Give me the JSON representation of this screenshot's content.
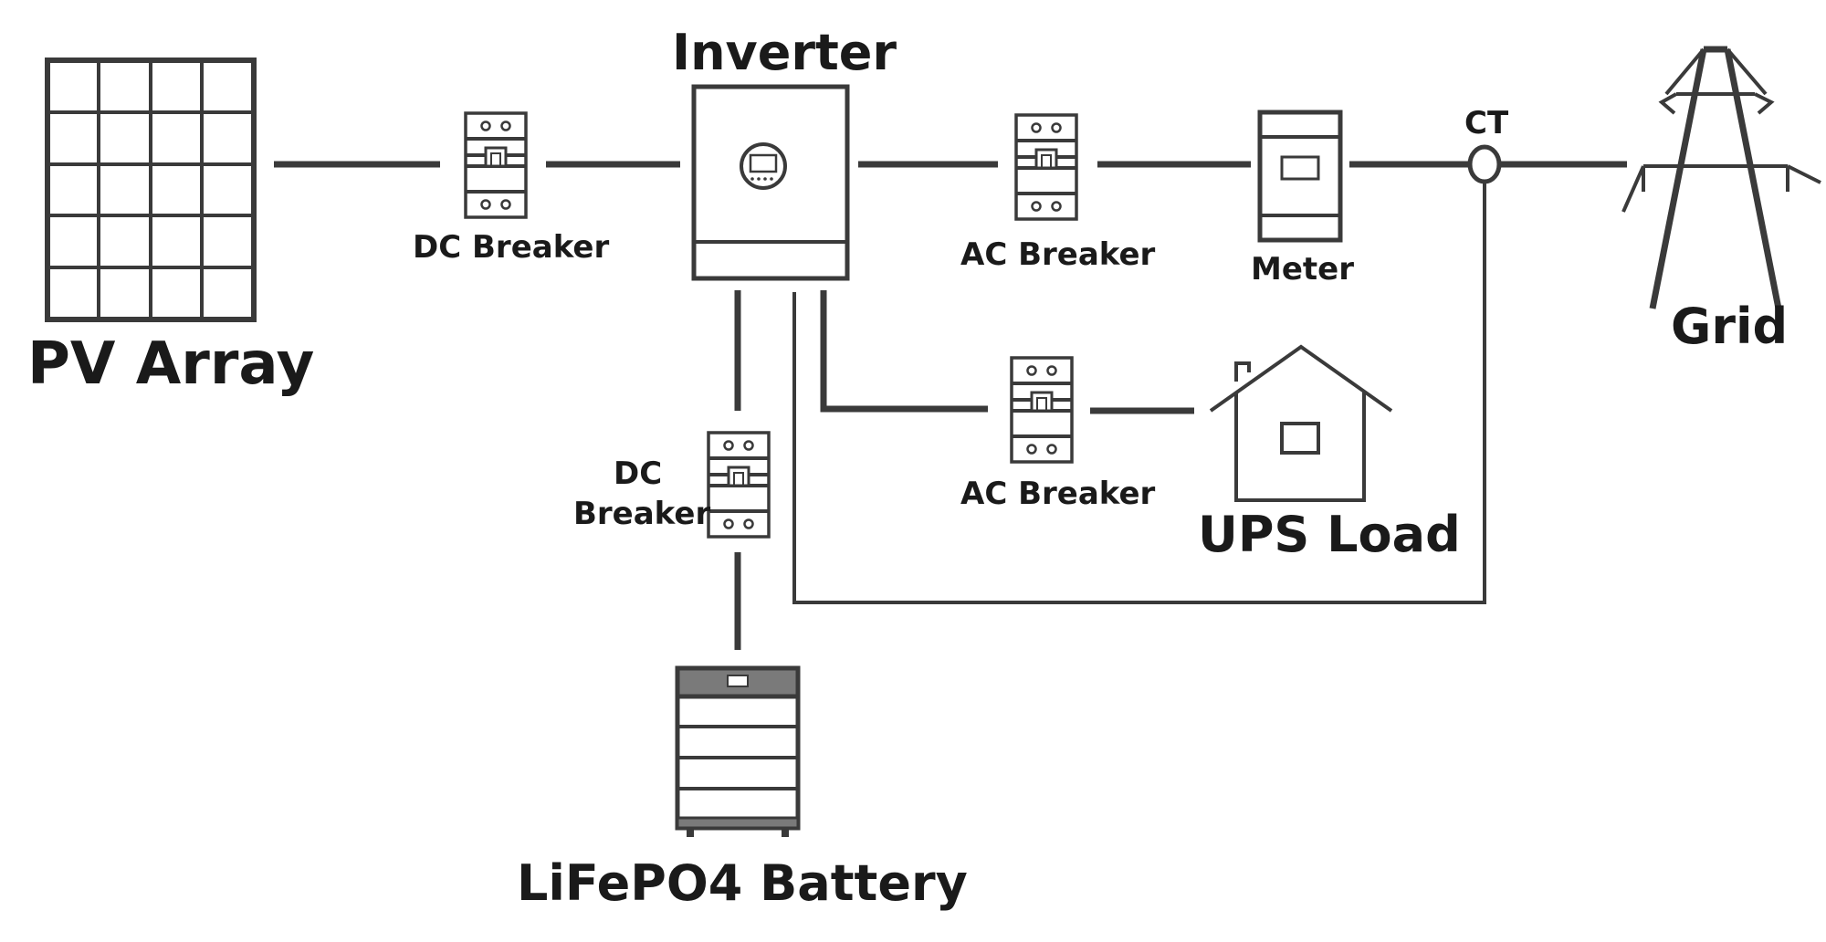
{
  "labels": {
    "pv_array": "PV Array",
    "dc_breaker_pv": "DC Breaker",
    "inverter": "Inverter",
    "ac_breaker_grid": "AC Breaker",
    "meter": "Meter",
    "ct": "CT",
    "grid": "Grid",
    "ac_breaker_load": "AC Breaker",
    "ups_load": "UPS Load",
    "dc_breaker_batt_line1": "DC",
    "dc_breaker_batt_line2": "Breaker",
    "battery": "LiFePO4 Battery"
  },
  "colors": {
    "line": "#3a3a3a",
    "battery_band": "#7a7a7a",
    "text": "#1a1a1a"
  }
}
